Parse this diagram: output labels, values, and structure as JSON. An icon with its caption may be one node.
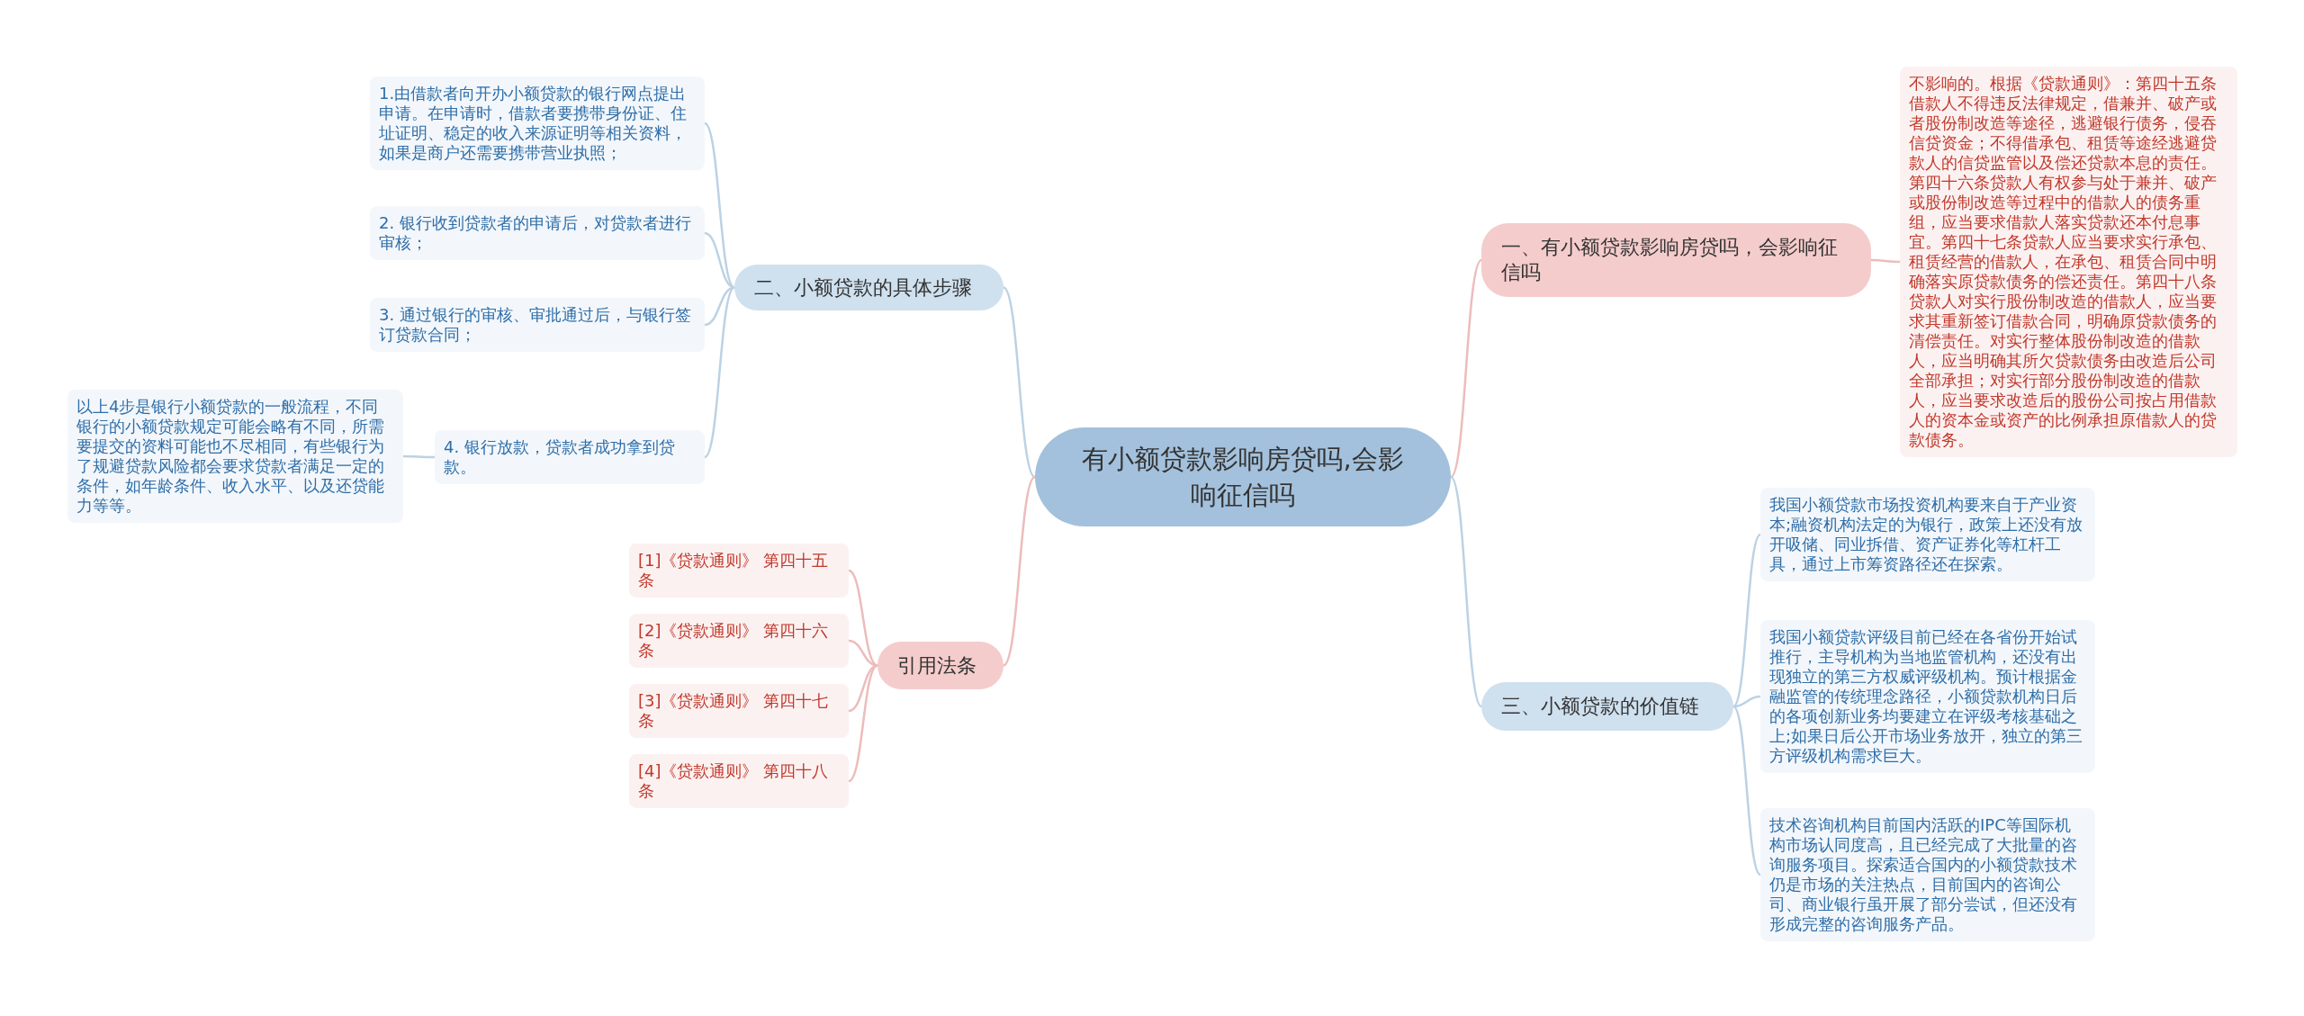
{
  "diagram": {
    "nodes": [
      {
        "text": [
          "有小额贷款影响房贷吗,会影响征信吗"
        ]
      },
      {
        "text": [
          "一、有小额贷款影响房贷吗，会影响征信吗"
        ]
      },
      {
        "text": [
          "不影响的。根据《贷款通则》：第四十五条借款人不得违反法律规定，借兼并、破产或者股份制改造等途径，逃避银行债务，侵吞信贷资金；不得借承包、租赁等途经逃避贷款人的信贷监管以及偿还贷款本息的责任。第四十六条贷款人有权参与处于兼并、破产或股份制改造等过程中的借款人的债务重组，应当要求借款人落实贷款还本付息事宜。第四十七条贷款人应当要求实行承包、租赁经营的借款人，在承包、租赁合同中明确落实原贷款债务的偿还责任。第四十八条贷款人对实行股份制改造的借款人，应当要求其重新签订借款合同，明确原贷款债务的清偿责任。对实行整体股份制改造的借款人，应当明确其所欠贷款债务由改造后公司全部承担；对实行部分股份制改造的借款人，应当要求改造后的股份公司按占用借款人的资本金或资产的比例承担原借款人的贷款债务。"
        ]
      },
      {
        "text": [
          "二、小额贷款的具体步骤"
        ]
      },
      {
        "text": [
          "1.由借款者向开办小额贷款的银行网点提出申请。在申请时，借款者要携带身份证、住址证明、稳定的收入来源证明等相关资料，如果是商户还需要携带营业执照；"
        ]
      },
      {
        "text": [
          "2. 银行收到贷款者的申请后，对贷款者进行审核；"
        ]
      },
      {
        "text": [
          "3. 通过银行的审核、审批通过后，与银行签订贷款合同；"
        ]
      },
      {
        "text": [
          "4. 银行放款，贷款者成功拿到贷款。"
        ]
      },
      {
        "text": [
          "以上4步是银行小额贷款的一般流程，不同银行的小额贷款规定可能会略有不同，所需要提交的资料可能也不尽相同，有些银行为了规避贷款风险都会要求贷款者满足一定的条件，如年龄条件、收入水平、以及还贷能力等等。"
        ]
      },
      {
        "text": [
          "引用法条"
        ]
      },
      {
        "text": [
          "[1]《贷款通则》 第四十五条"
        ]
      },
      {
        "text": [
          "[2]《贷款通则》 第四十六条"
        ]
      },
      {
        "text": [
          "[3]《贷款通则》 第四十七条"
        ]
      },
      {
        "text": [
          "[4]《贷款通则》 第四十八条"
        ]
      },
      {
        "text": [
          "三、小额贷款的价值链"
        ]
      },
      {
        "text": [
          "我国小额贷款市场投资机构要来自于产业资本;融资机构法定的为银行，政策上还没有放开吸储、同业拆借、资产证券化等杠杆工具，通过上市筹资路径还在探索。"
        ]
      },
      {
        "text": [
          "我国小额贷款评级目前已经在各省份开始试推行，主导机构为当地监管机构，还没有出现独立的第三方权威评级机构。预计根据金融监管的传统理念路径，小额贷款机构日后的各项创新业务均要建立在评级考核基础之上;如果日后公开市场业务放开，独立的第三方评级机构需求巨大。"
        ]
      },
      {
        "text": [
          "技术咨询机构目前国内活跃的IPC等国际机构市场认同度高，且已经完成了大批量的咨询服务项目。探索适合国内的小额贷款技术仍是市场的关注热点，目前国内的咨询公司、商业银行虽开展了部分尝试，但还没有形成完整的咨询服务产品。"
        ]
      }
    ],
    "edges": [
      {
        "from": 0,
        "to": 1,
        "arrow": "none",
        "color": "#edbcbc"
      },
      {
        "from": 1,
        "to": 2,
        "arrow": "none",
        "color": "#edbcbc"
      },
      {
        "from": 0,
        "to": 3,
        "arrow": "none"
      },
      {
        "from": 3,
        "to": 4,
        "arrow": "none"
      },
      {
        "from": 3,
        "to": 5,
        "arrow": "none"
      },
      {
        "from": 3,
        "to": 6,
        "arrow": "none"
      },
      {
        "from": 3,
        "to": 7,
        "arrow": "none"
      },
      {
        "from": 7,
        "to": 8,
        "arrow": "none"
      },
      {
        "from": 0,
        "to": 9,
        "arrow": "none",
        "color": "#edbcbc"
      },
      {
        "from": 9,
        "to": 10,
        "arrow": "none",
        "color": "#edbcbc"
      },
      {
        "from": 9,
        "to": 11,
        "arrow": "none",
        "color": "#edbcbc"
      },
      {
        "from": 9,
        "to": 12,
        "arrow": "none",
        "color": "#edbcbc"
      },
      {
        "from": 9,
        "to": 13,
        "arrow": "none",
        "color": "#edbcbc"
      },
      {
        "from": 0,
        "to": 14,
        "arrow": "none"
      },
      {
        "from": 14,
        "to": 15,
        "arrow": "none"
      },
      {
        "from": 14,
        "to": 16,
        "arrow": "none"
      },
      {
        "from": 14,
        "to": 17,
        "arrow": "none"
      }
    ]
  }
}
